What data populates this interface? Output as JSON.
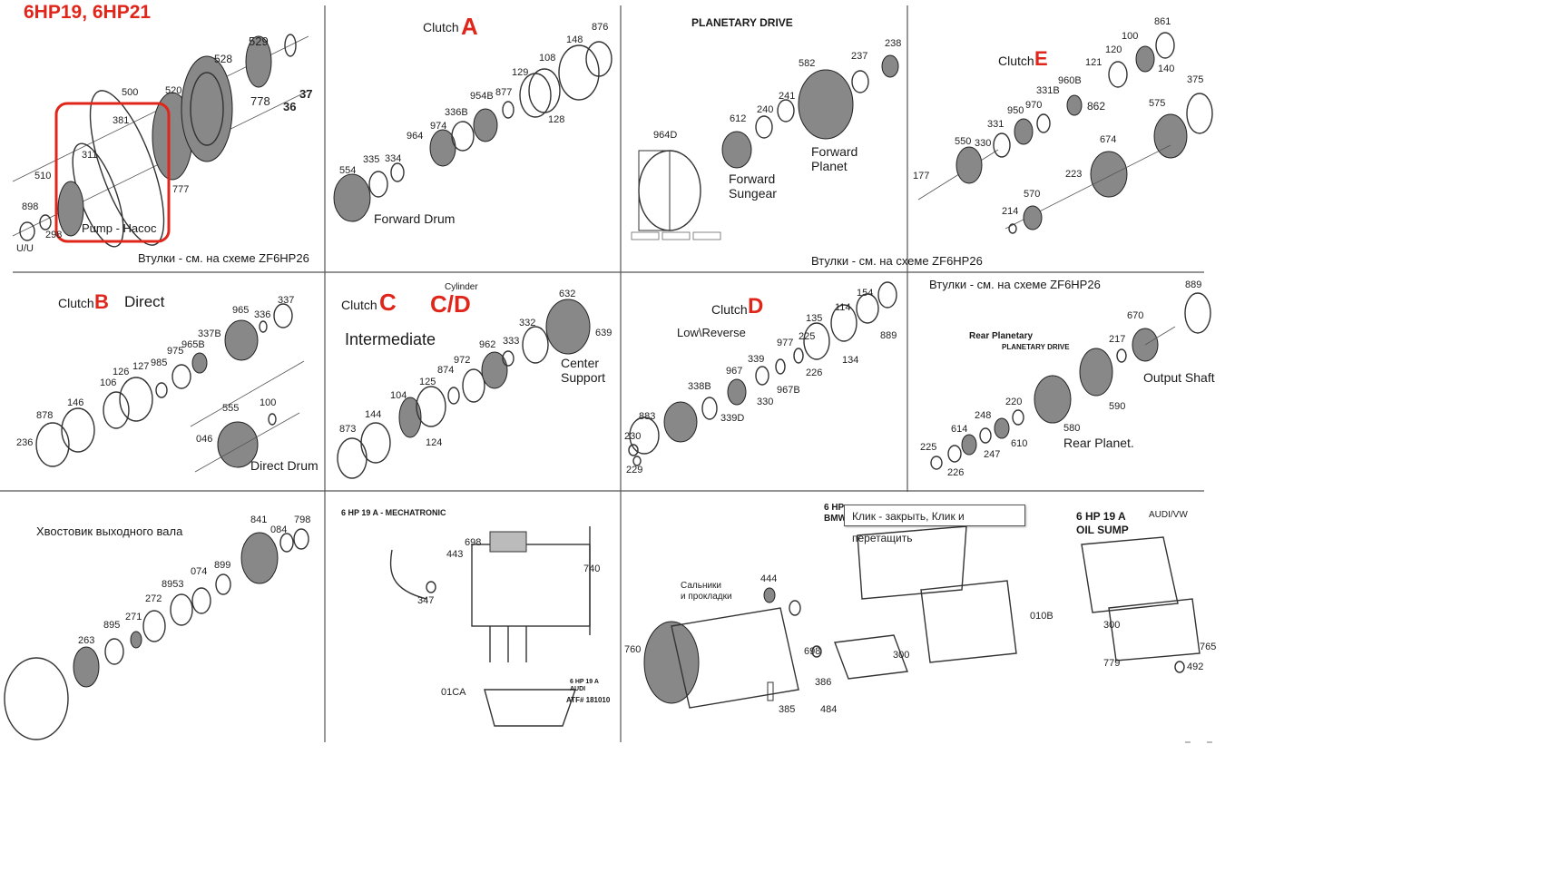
{
  "title": "6HP19, 6HP21",
  "panels": {
    "pump": {
      "label": "Pump - Насос",
      "note": "Втулки - см. на схеме ZF6HP26",
      "numbers": [
        "529",
        "528",
        "520",
        "500",
        "381",
        "311",
        "510",
        "898",
        "298",
        "U/U",
        "778",
        "36",
        "37",
        "777"
      ]
    },
    "clutchA": {
      "prefix": "Clutch",
      "letter": "A",
      "label": "Forward Drum",
      "numbers": [
        "876",
        "148",
        "108",
        "129",
        "128",
        "954B",
        "877",
        "336B",
        "974",
        "964",
        "554",
        "335",
        "334"
      ]
    },
    "planetary": {
      "heading": "PLANETARY DRIVE",
      "sun": "Forward\nSungear",
      "planet": "Forward\nPlanet",
      "numbers": [
        "238",
        "237",
        "582",
        "241",
        "240",
        "612",
        "964D"
      ]
    },
    "clutchE": {
      "prefix": "Clutch",
      "letter": "E",
      "note": "Втулки - см. на схеме ZF6HP26",
      "numbers": [
        "861",
        "100",
        "120",
        "121",
        "140",
        "960B",
        "331B",
        "970",
        "862",
        "950",
        "331",
        "330",
        "550",
        "375",
        "575",
        "674",
        "223",
        "177",
        "570",
        "214"
      ]
    },
    "clutchB": {
      "prefix": "Clutch",
      "letter": "B",
      "word": "Direct",
      "label": "Direct Drum",
      "numbers": [
        "337",
        "965",
        "336",
        "337B",
        "965B",
        "975",
        "985",
        "127",
        "126",
        "106",
        "146",
        "878",
        "236",
        "555",
        "100",
        "046"
      ]
    },
    "clutchC": {
      "prefix": "Clutch",
      "letter": "C",
      "cd": "C/D",
      "cylinder": "Cylinder",
      "word": "Intermediate",
      "support": "Center\nSupport",
      "numbers": [
        "632",
        "332",
        "333",
        "962",
        "972",
        "874",
        "125",
        "104",
        "144",
        "873",
        "124",
        "639"
      ]
    },
    "clutchD": {
      "prefix": "Clutch",
      "letter": "D",
      "word": "Low\\Reverse",
      "numbers": [
        "154",
        "114",
        "135",
        "889",
        "225",
        "134",
        "977",
        "339",
        "226",
        "967",
        "967B",
        "338B",
        "330",
        "339D",
        "883",
        "230",
        "229"
      ]
    },
    "rear": {
      "note": "Втулки - см. на схеме ZF6HP26",
      "heading": "Rear Planetary",
      "sub": "PLANETARY DRIVE",
      "shaft": "Output Shaft",
      "planet": "Rear Planet.",
      "numbers": [
        "889",
        "670",
        "217",
        "590",
        "580",
        "248",
        "220",
        "614",
        "610",
        "247",
        "225",
        "226"
      ]
    },
    "tail": {
      "label": "Хвостовик выходного вала",
      "numbers": [
        "841",
        "084",
        "798",
        "899",
        "074",
        "8953",
        "272",
        "271",
        "895",
        "263"
      ]
    },
    "mechatronic": {
      "heading": "6 HP 19 A - MECHATRONIC",
      "box": "6 HP 19 A\nAUDI",
      "atf": "ATF# 181010",
      "numbers": [
        "698",
        "443",
        "347",
        "740",
        "01CA"
      ]
    },
    "seals": {
      "heading": "6 HP\nBMW",
      "seals_label": "Сальники\nи прокладки",
      "numbers": [
        "444",
        "760",
        "698",
        "300",
        "010B",
        "386",
        "385",
        "484"
      ]
    },
    "sump": {
      "heading": "6 HP 19 A\nOIL SUMP",
      "brand": "AUDI/VW",
      "numbers": [
        "300",
        "765",
        "779",
        "492"
      ]
    }
  },
  "tooltip": "Клик - закрыть, Клик и перетащить"
}
